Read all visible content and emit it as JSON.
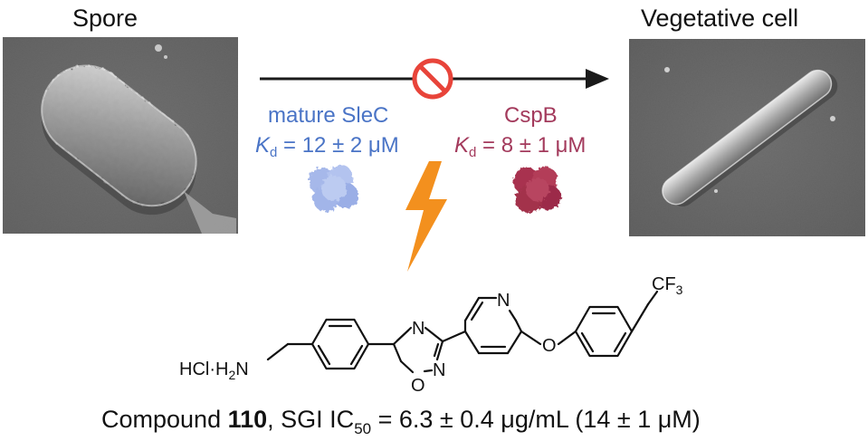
{
  "labels": {
    "spore": "Spore",
    "vegetative": "Vegetative cell"
  },
  "sleC": {
    "name": "mature SleC",
    "kd_symbol": "K",
    "kd_sub": "d",
    "kd_value": " = 12 ± 2 μM",
    "color": "#4a74c6"
  },
  "cspB": {
    "name": "CspB",
    "kd_symbol": "K",
    "kd_sub": "d",
    "kd_value": " = 8 ± 1 μM",
    "color": "#a33a5c"
  },
  "structure": {
    "salt_label": "HCl·H",
    "salt_sub": "2",
    "salt_n": "N",
    "pyridine_n": "N",
    "oxadiazole_n_top": "N",
    "oxadiazole_n_bottom": "N",
    "oxadiazole_o": "O",
    "ether_o": "O",
    "cf3_label": "CF",
    "cf3_sub": "3"
  },
  "caption": {
    "prefix": "Compound ",
    "compound_id": "110",
    "middle": ", SGI IC",
    "ic_sub": "50",
    "suffix": " = 6.3 ± 0.4 μg/mL (14 ± 1 μM)"
  },
  "icons": {
    "inhibition": "prohibition-icon",
    "lightning": "lightning-bolt-icon"
  },
  "colors": {
    "inhibit_red": "#e8443a",
    "bolt_orange": "#f3901e",
    "arrow": "#1a1a1a"
  }
}
